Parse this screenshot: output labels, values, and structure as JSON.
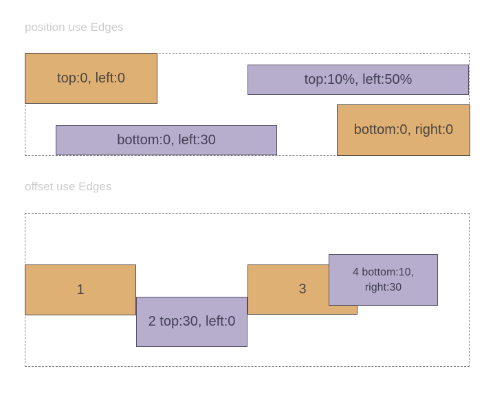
{
  "colors": {
    "page_bg": "#ffffff",
    "title_color": "#cccccc",
    "container_border": "#808080",
    "orange_fill": "#dfb074",
    "orange_border": "#4e4840",
    "orange_text": "#4a453e",
    "purple_fill": "#b7aecd",
    "purple_border": "#54506a",
    "purple_text": "#413e55"
  },
  "sections": [
    {
      "title": "position use Edges",
      "boxes": [
        {
          "label": "top:0, left:0",
          "variant": "orange"
        },
        {
          "label": "top:10%, left:50%",
          "variant": "purple"
        },
        {
          "label": "bottom:0, left:30",
          "variant": "purple"
        },
        {
          "label": "bottom:0, right:0",
          "variant": "orange"
        }
      ]
    },
    {
      "title": "offset use Edges",
      "boxes": [
        {
          "label": "1",
          "variant": "orange"
        },
        {
          "label": "2 top:30, left:0",
          "variant": "purple"
        },
        {
          "label": "3",
          "variant": "orange"
        },
        {
          "label": "4 bottom:10, right:30",
          "variant": "purple"
        }
      ]
    }
  ]
}
